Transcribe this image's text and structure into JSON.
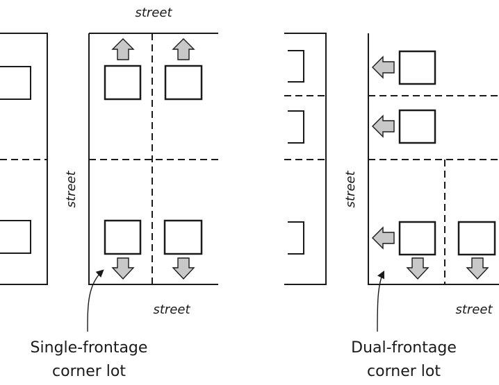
{
  "labels": {
    "street_top": "street",
    "street_left_single": "street",
    "street_bottom_single": "street",
    "street_left_dual": "street",
    "street_bottom_dual": "street"
  },
  "captions": {
    "single": {
      "line1": "Single-frontage",
      "line2": "corner lot"
    },
    "dual": {
      "line1": "Dual-frontage",
      "line2": "corner lot"
    }
  },
  "colors": {
    "line": "#1a1a1a",
    "arrow_fill": "#c8c8c8",
    "house_fill": "#ffffff"
  }
}
